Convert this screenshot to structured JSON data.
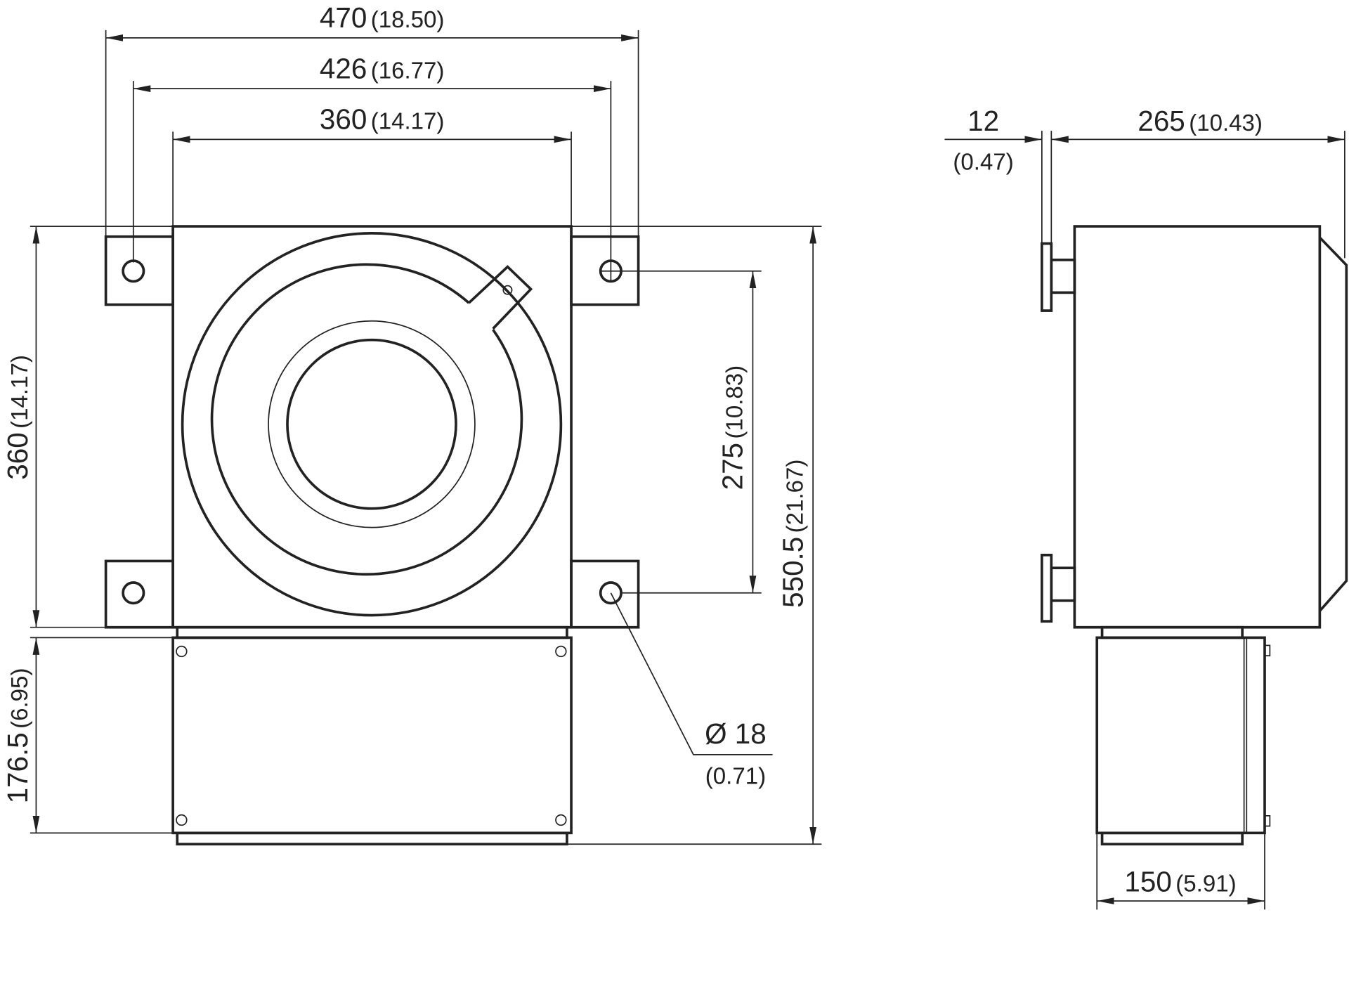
{
  "drawing": {
    "front_view": {
      "width_overall": {
        "mm": "470",
        "in": "(18.50)"
      },
      "hole_spacing_horizontal": {
        "mm": "426",
        "in": "(16.77)"
      },
      "body_width": {
        "mm": "360",
        "in": "(14.17)"
      },
      "body_height": {
        "mm": "360",
        "in": "(14.17)"
      },
      "hole_spacing_vertical": {
        "mm": "275",
        "in": "(10.83)"
      },
      "height_overall": {
        "mm": "550.5",
        "in": "(21.67)"
      },
      "terminal_box_height": {
        "mm": "176.5",
        "in": "(6.95)"
      },
      "hole_diameter": {
        "mm": "Ø 18",
        "in": "(0.71)"
      }
    },
    "side_view": {
      "flange_thickness": {
        "mm": "12",
        "in": "(0.47)"
      },
      "depth": {
        "mm": "265",
        "in": "(10.43)"
      },
      "terminal_box_depth": {
        "mm": "150",
        "in": "(5.91)"
      }
    }
  }
}
